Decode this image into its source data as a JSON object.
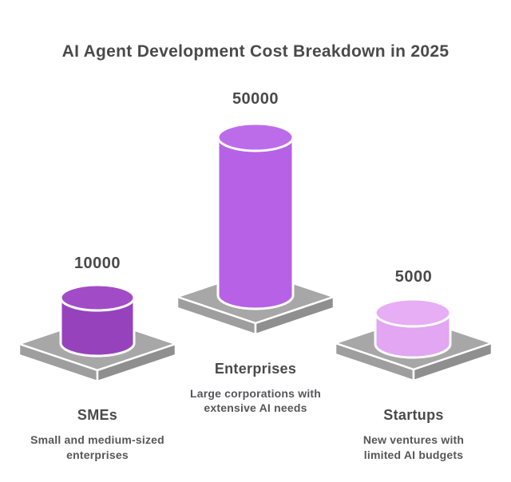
{
  "title": "AI Agent Development Cost Breakdown in 2025",
  "colors": {
    "background": "#ffffff",
    "text": "#4a4a4a",
    "text_secondary": "#565659",
    "outline": "#ffffff",
    "platform_top": "#a7a7a7",
    "platform_side_left": "#9e9e9e",
    "platform_side_right": "#8f8f8f"
  },
  "chart_data": {
    "type": "bar",
    "style": "3d-cylinder-pictorial",
    "title": "AI Agent Development Cost Breakdown in 2025",
    "categories": [
      "SMEs",
      "Enterprises",
      "Startups"
    ],
    "values": [
      10000,
      50000,
      5000
    ],
    "value_labels": [
      "10000",
      "50000",
      "5000"
    ],
    "category_descriptions": [
      "Small and medium-sized enterprises",
      "Large corporations with extensive AI needs",
      "New ventures with limited AI budgets"
    ],
    "series_colors": [
      "#9742bd",
      "#b762e6",
      "#e2a6f2"
    ],
    "xlabel": "",
    "ylabel": "",
    "legend": false,
    "grid": false,
    "axes_visible": false
  },
  "bars": [
    {
      "id": "smes",
      "label": "SMEs",
      "value_label": "10000",
      "description_line1": "Small and medium-sized",
      "description_line2": "enterprises",
      "color": "#9742bd",
      "top_color": "#a14cc6"
    },
    {
      "id": "enterprises",
      "label": "Enterprises",
      "value_label": "50000",
      "description_line1": "Large corporations with",
      "description_line2": "extensive AI needs",
      "color": "#b762e6",
      "top_color": "#bd6ce9"
    },
    {
      "id": "startups",
      "label": "Startups",
      "value_label": "5000",
      "description_line1": "New ventures with",
      "description_line2": "limited AI budgets",
      "color": "#e2a6f2",
      "top_color": "#e7adf5"
    }
  ]
}
